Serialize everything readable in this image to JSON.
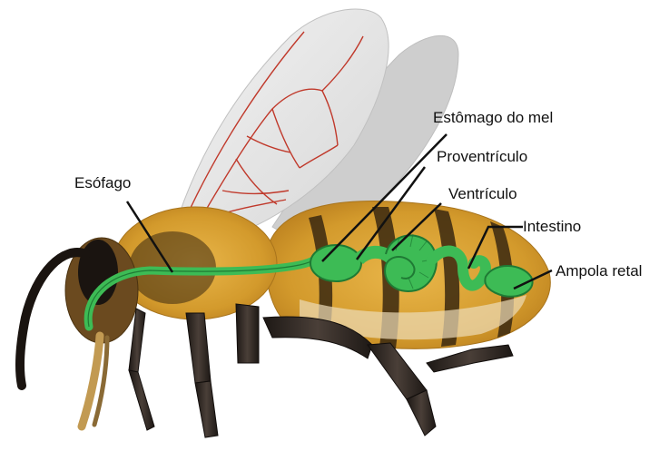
{
  "labels": {
    "esofago": "Esófago",
    "estomago": "Estômago do mel",
    "proventriculo": "Proventrículo",
    "ventriculo": "Ventrículo",
    "intestino": "Intestino",
    "ampola": "Ampola retal"
  },
  "colors": {
    "digestive_tract": "#3dbb55",
    "digestive_outline": "#1f7a34",
    "wing_vein": "#c0392b",
    "abdomen": "#d9a43a",
    "stripe": "#3a2810",
    "legs": "#2b2420"
  }
}
